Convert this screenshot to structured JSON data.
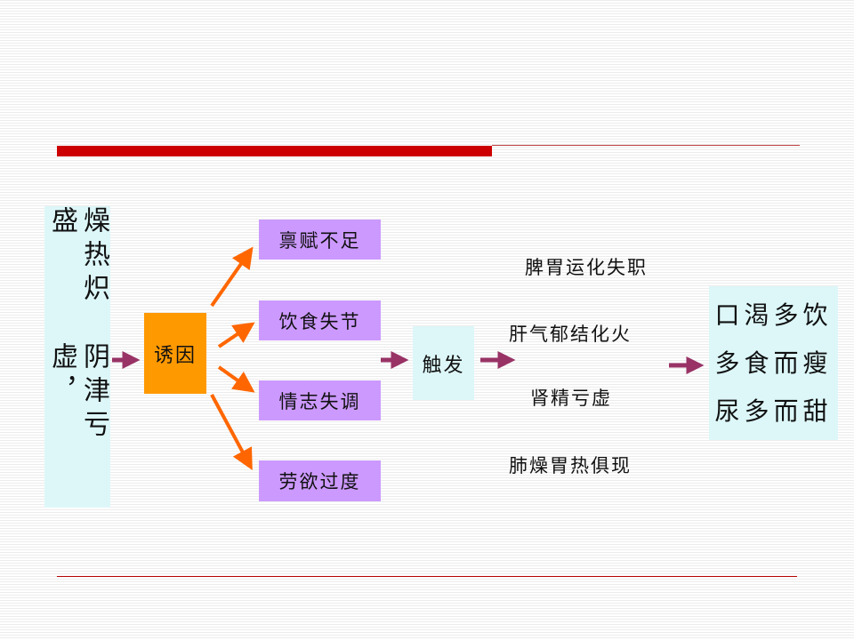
{
  "cause": {
    "line1": "阴津亏虚，",
    "line2": "燥热炽盛"
  },
  "trigger_box": "诱因",
  "factors": [
    "禀赋不足",
    "饮食失节",
    "情志失调",
    "劳欲过度"
  ],
  "onset_box": "触发",
  "mechanisms": [
    "脾胃运化失职",
    "肝气郁结化火",
    "肾精亏虚",
    "肺燥胃热俱现"
  ],
  "result": {
    "line1": "口渴多饮",
    "line2": "多食而瘦",
    "line3": "尿多而甜"
  },
  "colors": {
    "title_bar": "#cc0000",
    "rule": "#b30000",
    "orange_arrow": "#ff6600",
    "plum_arrow": "#993366",
    "cyan_box": "#ddf7f9",
    "violet_box": "#cc99ff",
    "orange_box": "#ff9900"
  }
}
